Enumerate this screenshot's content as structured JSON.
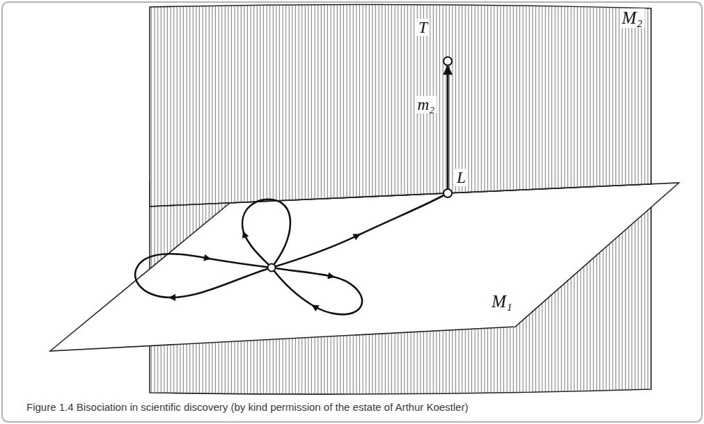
{
  "diagram": {
    "caption": "Figure 1.4 Bisociation in scientific discovery (by kind permission of the estate of Arthur Koestler)",
    "nodes": [
      {
        "text": [
          "T"
        ]
      },
      {
        "text": [
          "L"
        ]
      }
    ],
    "edges": [
      {
        "from": 1,
        "to": 0,
        "arrow": "to",
        "label": "m₂"
      }
    ],
    "labels": [
      "M₂",
      "M₁"
    ]
  }
}
